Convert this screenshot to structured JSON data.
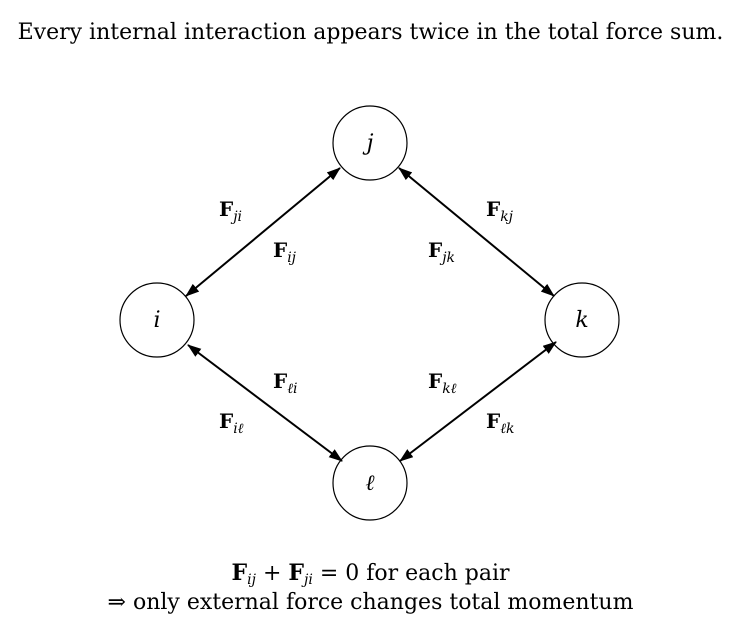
{
  "caption": "Every internal interaction appears twice in the total force sum.",
  "nodes": {
    "i": "i",
    "j": "j",
    "k": "k",
    "l": "ℓ"
  },
  "forces": {
    "F_ji": {
      "symbol": "F",
      "sub": "ji"
    },
    "F_ij": {
      "symbol": "F",
      "sub": "ij"
    },
    "F_kj": {
      "symbol": "F",
      "sub": "kj"
    },
    "F_jk": {
      "symbol": "F",
      "sub": "jk"
    },
    "F_li": {
      "symbol": "F",
      "sub": "ℓi"
    },
    "F_il": {
      "symbol": "F",
      "sub": "iℓ"
    },
    "F_kl": {
      "symbol": "F",
      "sub": "kℓ"
    },
    "F_lk": {
      "symbol": "F",
      "sub": "ℓk"
    }
  },
  "footer": {
    "line1": {
      "term1_symbol": "F",
      "term1_sub": "ij",
      "plus": "+",
      "term2_symbol": "F",
      "term2_sub": "ji",
      "rest": "= 0 for each pair"
    },
    "line2": "⇒ only external force changes total momentum"
  }
}
